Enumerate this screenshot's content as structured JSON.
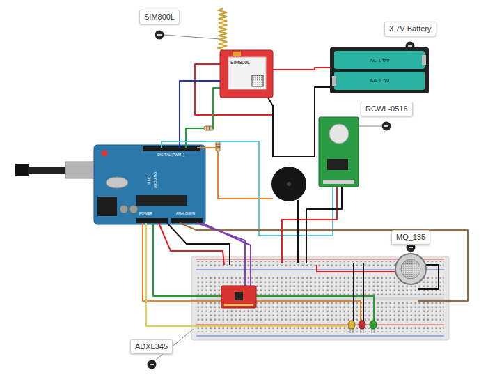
{
  "diagram": {
    "nodes": [
      {
        "text": [
          "SIM800L"
        ]
      },
      {
        "text": [
          "3.7V Battery"
        ]
      },
      {
        "text": [
          "RCWL-0516"
        ]
      },
      {
        "text": [
          "MQ_135"
        ]
      },
      {
        "text": [
          "ADXL345"
        ]
      }
    ],
    "labels": [
      "SIM800L",
      "AA 1.5V",
      "AA 1.5V",
      "UNO",
      "ARDUINO",
      "DIGITAL (PWM~)",
      "POWER",
      "ANALOG IN"
    ]
  }
}
